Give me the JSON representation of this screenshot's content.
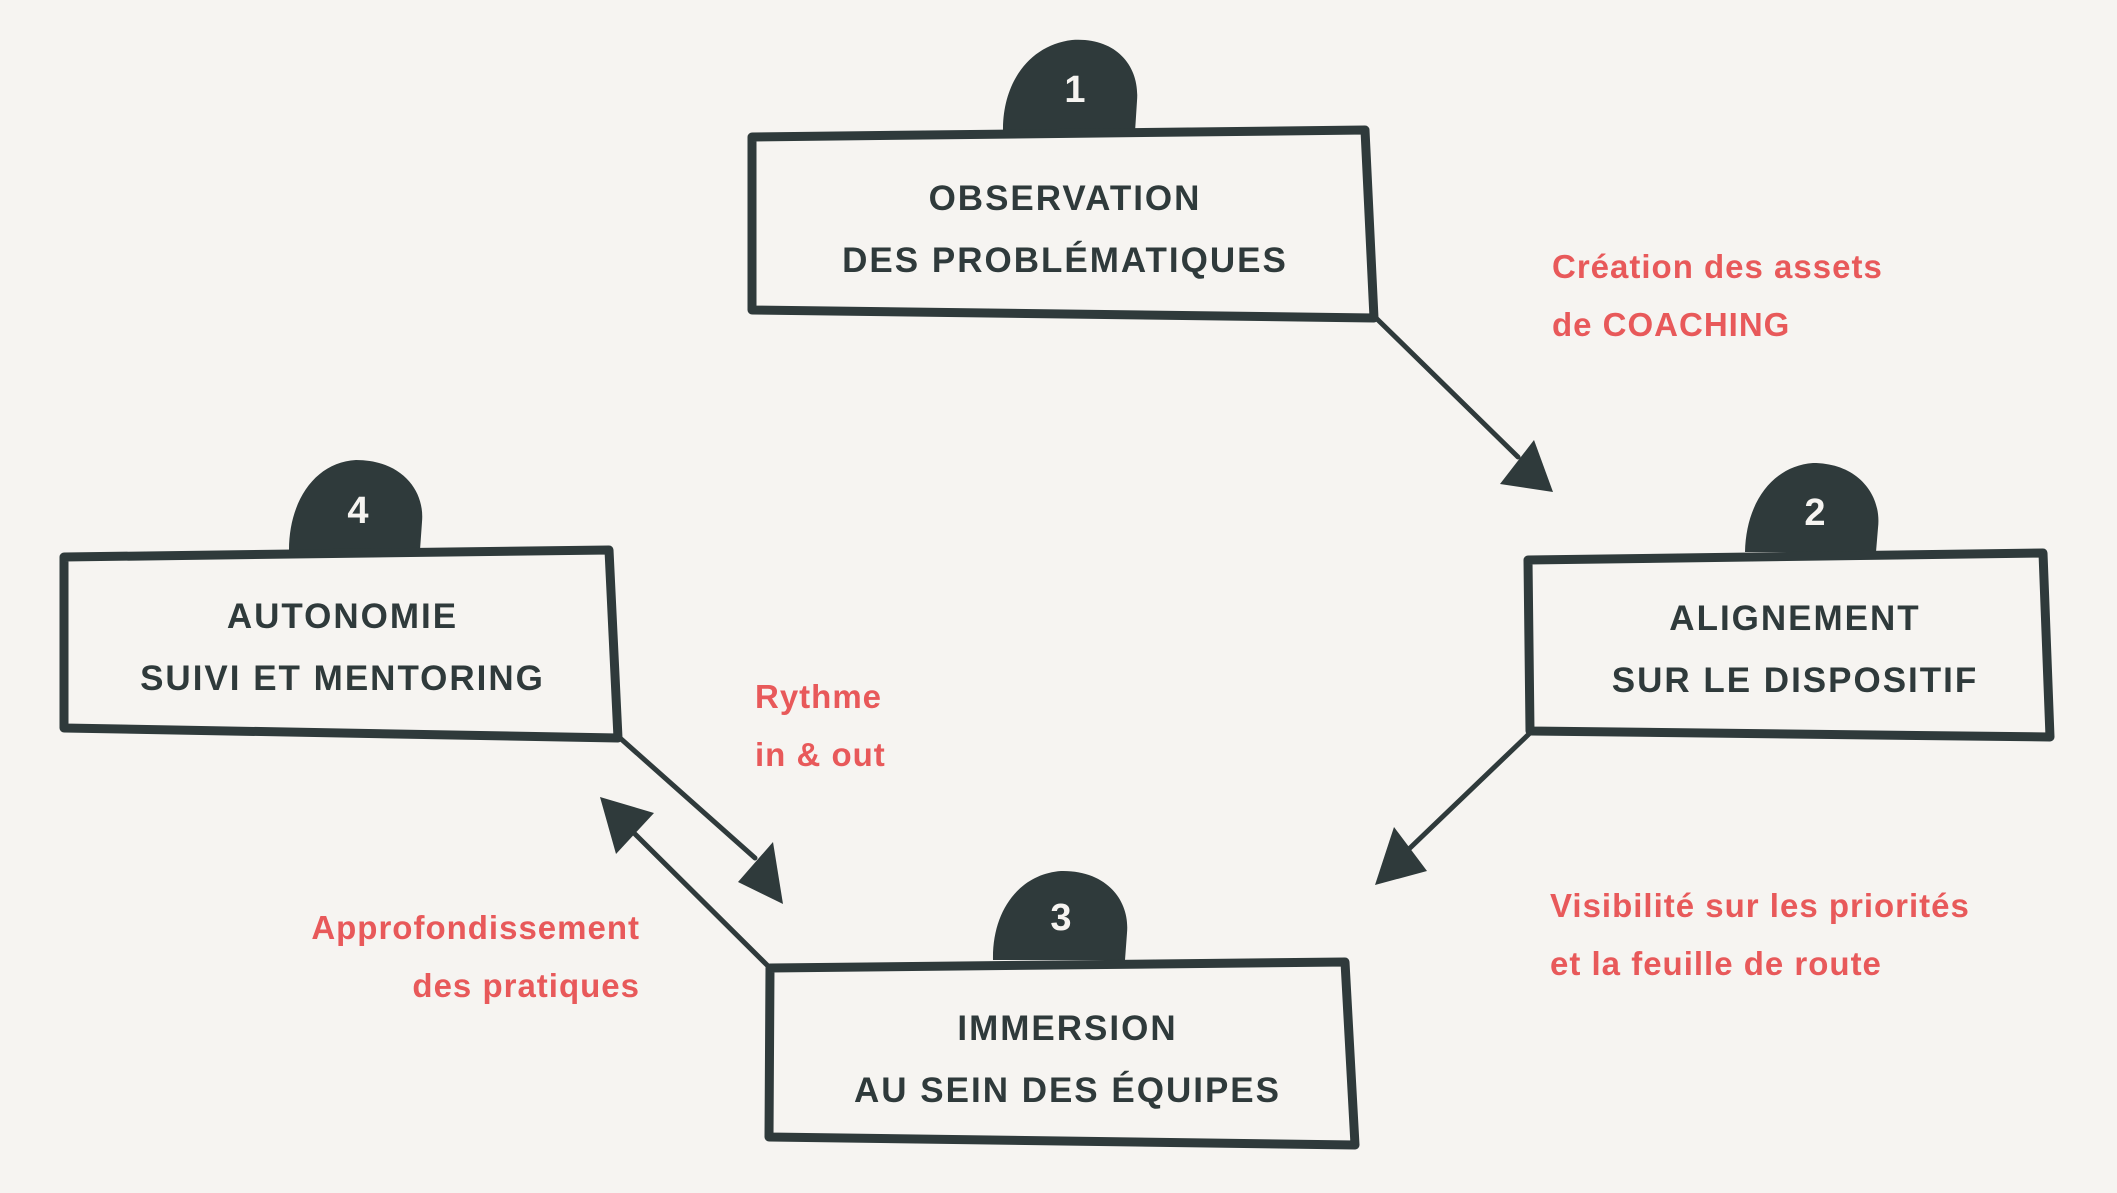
{
  "colors": {
    "background": "#f6f4f1",
    "ink": "#2f3a3b",
    "accent": "#e8595a"
  },
  "steps": [
    {
      "number": "1",
      "line1": "OBSERVATION",
      "line2": "DES PROBLÉMATIQUES"
    },
    {
      "number": "2",
      "line1": "ALIGNEMENT",
      "line2": "SUR LE DISPOSITIF"
    },
    {
      "number": "3",
      "line1": "IMMERSION",
      "line2": "AU SEIN DES ÉQUIPES"
    },
    {
      "number": "4",
      "line1": "AUTONOMIE",
      "line2": "SUIVI ET MENTORING"
    }
  ],
  "annotations": {
    "coaching": {
      "line1": "Création des assets",
      "line2": "de COACHING"
    },
    "visibility": {
      "line1": "Visibilité sur les priorités",
      "line2": "et la feuille de route"
    },
    "rhythm": {
      "line1": "Rythme",
      "line2": "in & out"
    },
    "deepening": {
      "line1": "Approfondissement",
      "line2": "des pratiques"
    }
  }
}
